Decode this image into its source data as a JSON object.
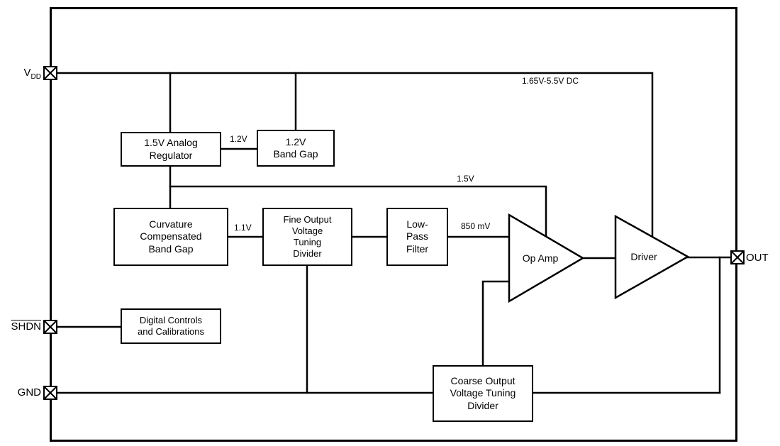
{
  "diagram": {
    "kind": "functional-block-diagram"
  },
  "pins": {
    "vdd": {
      "name": "V",
      "sub": "DD"
    },
    "shdn": {
      "label": "SHDN"
    },
    "gnd": {
      "label": "GND"
    },
    "out": {
      "label": "OUT"
    }
  },
  "blocks": {
    "analog_regulator": {
      "label": "1.5V Analog\nRegulator"
    },
    "band_gap": {
      "label": "1.2V\nBand Gap"
    },
    "curvature_band_gap": {
      "label": "Curvature\nCompensated\nBand Gap"
    },
    "fine_divider": {
      "label": "Fine Output\nVoltage\nTuning\nDivider"
    },
    "low_pass_filter": {
      "label": "Low-\nPass\nFilter"
    },
    "op_amp": {
      "label": "Op Amp"
    },
    "driver": {
      "label": "Driver"
    },
    "digital_controls": {
      "label": "Digital Controls\nand Calibrations"
    },
    "coarse_divider": {
      "label": "Coarse Output\nVoltage Tuning\nDivider"
    }
  },
  "wire_labels": {
    "supply_range": "1.65V-5.5V DC",
    "v1_2": "1.2V",
    "v1_5": "1.5V",
    "v1_1": "1.1V",
    "mv_850": "850 mV"
  },
  "colors": {
    "line": "#000000",
    "background": "#ffffff",
    "block_fill": "#ffffff"
  }
}
